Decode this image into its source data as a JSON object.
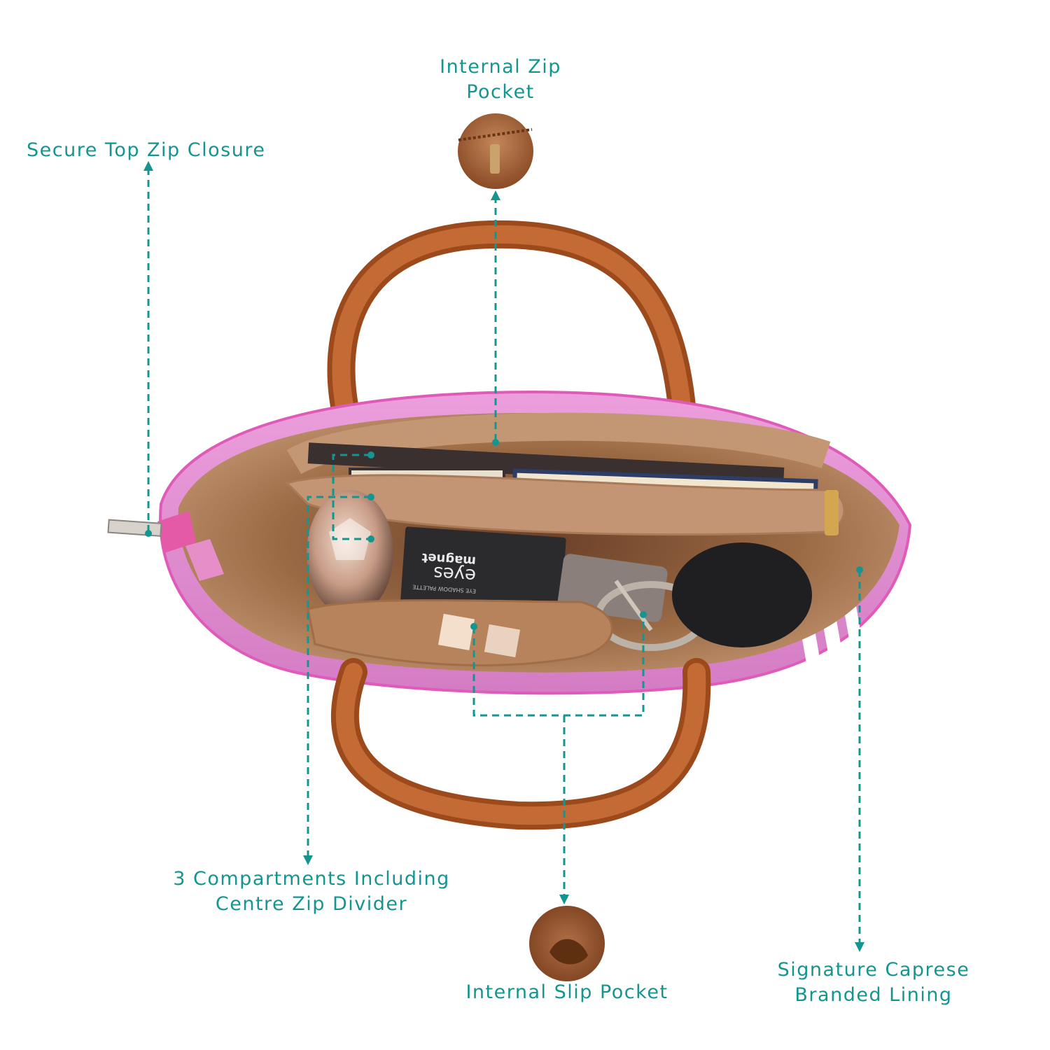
{
  "colors": {
    "accent": "#14958f",
    "bag_pink": "#e48fd0",
    "handle_tan": "#a8501f",
    "lining": "#b9875c"
  },
  "labels": {
    "internal_zip_pocket": "Internal Zip\nPocket",
    "secure_top_zip": "Secure Top Zip Closure",
    "compartments": "3 Compartments Including\nCentre Zip Divider",
    "internal_slip_pocket": "Internal Slip Pocket",
    "signature_lining": "Signature Caprese\nBranded Lining"
  },
  "product_text": {
    "palette_brand": "magnet",
    "palette_name": "eyes",
    "palette_sub": "EYE SHADOW PALETTE"
  }
}
